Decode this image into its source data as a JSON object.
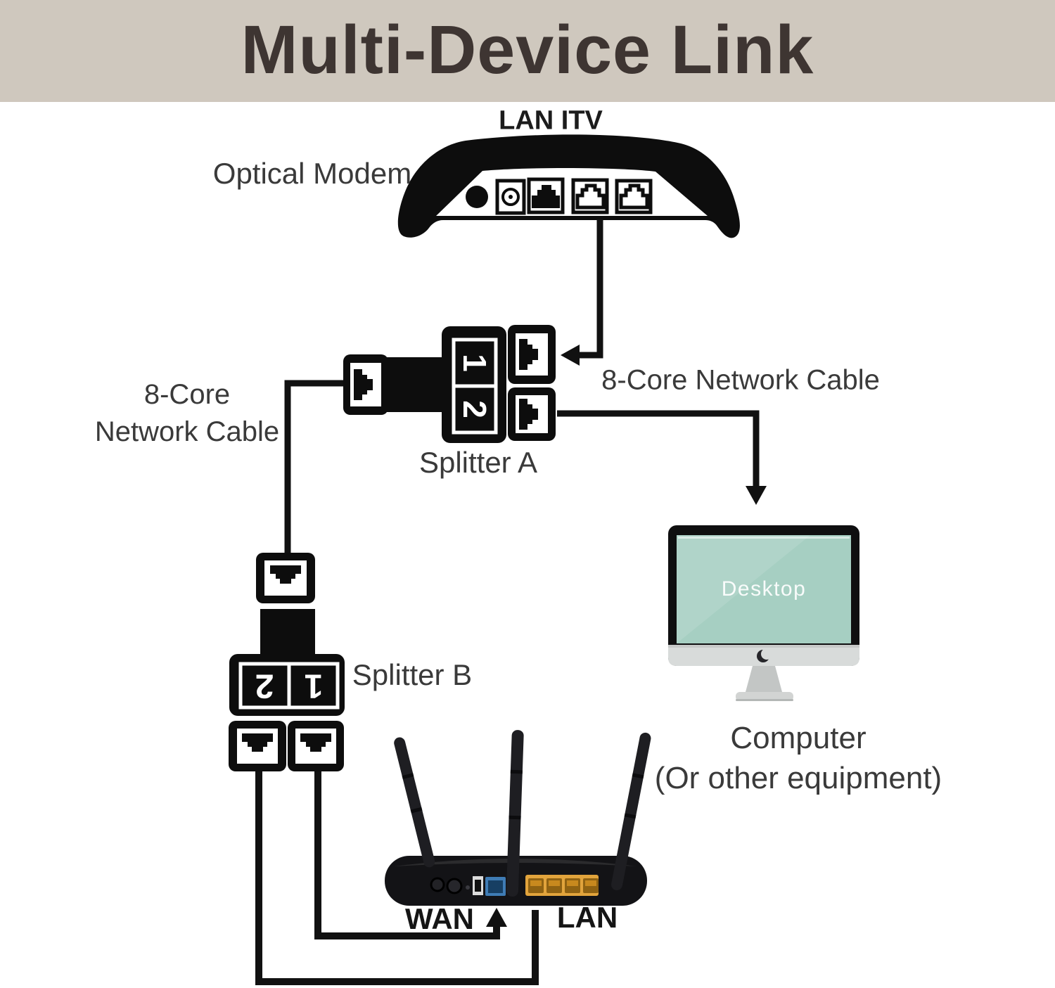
{
  "title": "Multi-Device Link",
  "modem": {
    "top_label": "LAN ITV",
    "label": "Optical Modem"
  },
  "cables": {
    "left_line1": "8-Core",
    "left_line2": "Network Cable",
    "right": "8-Core Network Cable"
  },
  "splitter_a": {
    "label": "Splitter A",
    "port1": "1",
    "port2": "2"
  },
  "splitter_b": {
    "label": "Splitter B",
    "port1": "1",
    "port2": "2"
  },
  "computer": {
    "screen_label": "Desktop",
    "caption": "Computer",
    "caption_sub": "(Or other equipment)"
  },
  "router": {
    "wan": "WAN",
    "lan": "LAN"
  },
  "colors": {
    "header_bg": "#cfc8be",
    "header_text": "#3e3532",
    "line_black": "#111111",
    "label_grey": "#3a3a3a",
    "screen_teal": "#a6cfc2",
    "wan_port_blue": "#3f7cb5",
    "lan_port_yellow": "#e2a43c"
  }
}
